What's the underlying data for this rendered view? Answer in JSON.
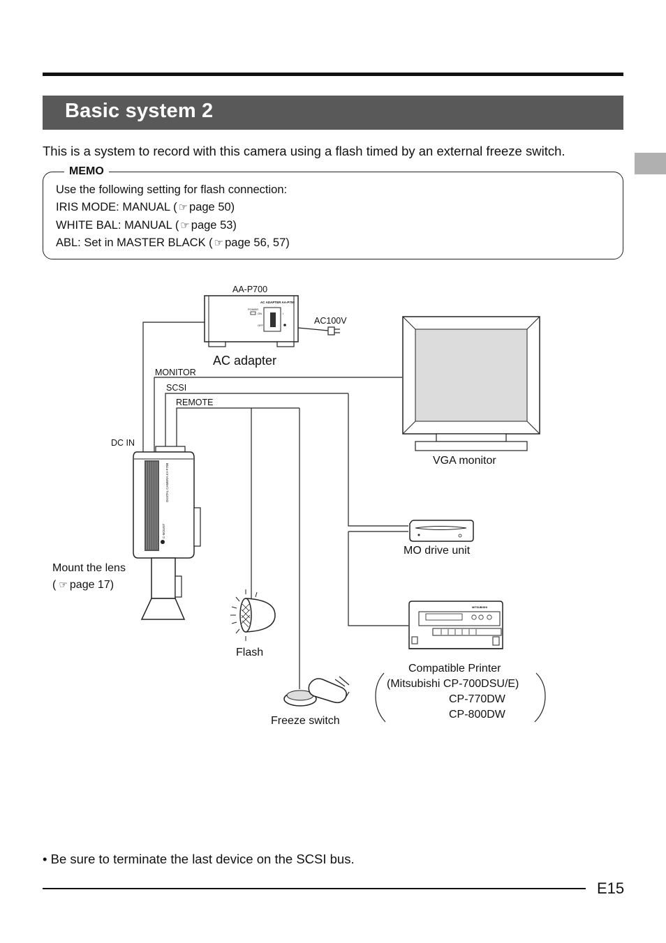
{
  "title": "Basic system 2",
  "intro": "This is a system to record with this camera using a flash timed by an external freeze switch.",
  "memo": {
    "label": "MEMO",
    "lines": [
      {
        "text": "Use the following setting for flash connection:",
        "ref": ""
      },
      {
        "text": "IRIS MODE: MANUAL (",
        "ref": "page 50)"
      },
      {
        "text": "WHITE BAL: MANUAL (",
        "ref": "page 53)"
      },
      {
        "text": "ABL: Set in MASTER BLACK (",
        "ref": "page 56, 57)"
      }
    ],
    "pointer_icon": "☞"
  },
  "diagram": {
    "adapter_model": "AA-P700",
    "adapter_panel_text": "AC ADAPTER AA-P700",
    "adapter_power": "POWER",
    "adapter_on": "ON",
    "adapter_off": "OFF",
    "adapter_i": "I",
    "adapter_caption": "AC adapter",
    "ac_label": "AC100V",
    "monitor_cable": "MONITOR",
    "scsi_cable": "SCSI",
    "remote_cable": "REMOTE",
    "dc_in": "DC IN",
    "camera_side_text": "DIGITAL CAMERA KY-F70B",
    "camera_mount_text": "C-MOUNT",
    "vga_caption": "VGA monitor",
    "mo_caption": "MO drive unit",
    "lens_caption_1": "Mount the lens",
    "lens_caption_2": "page 17)",
    "lens_caption_open": "(",
    "flash_caption": "Flash",
    "freeze_caption": "Freeze switch",
    "printer_brand": "MITSUBISHI",
    "printer_caption_1": "Compatible Printer",
    "printer_caption_2": "(Mitsubishi CP-700DSU/E)",
    "printer_caption_3": "CP-770DW",
    "printer_caption_4": "CP-800DW"
  },
  "bottom_note": "• Be sure to terminate the last device on the SCSI bus.",
  "page_number": "E15"
}
